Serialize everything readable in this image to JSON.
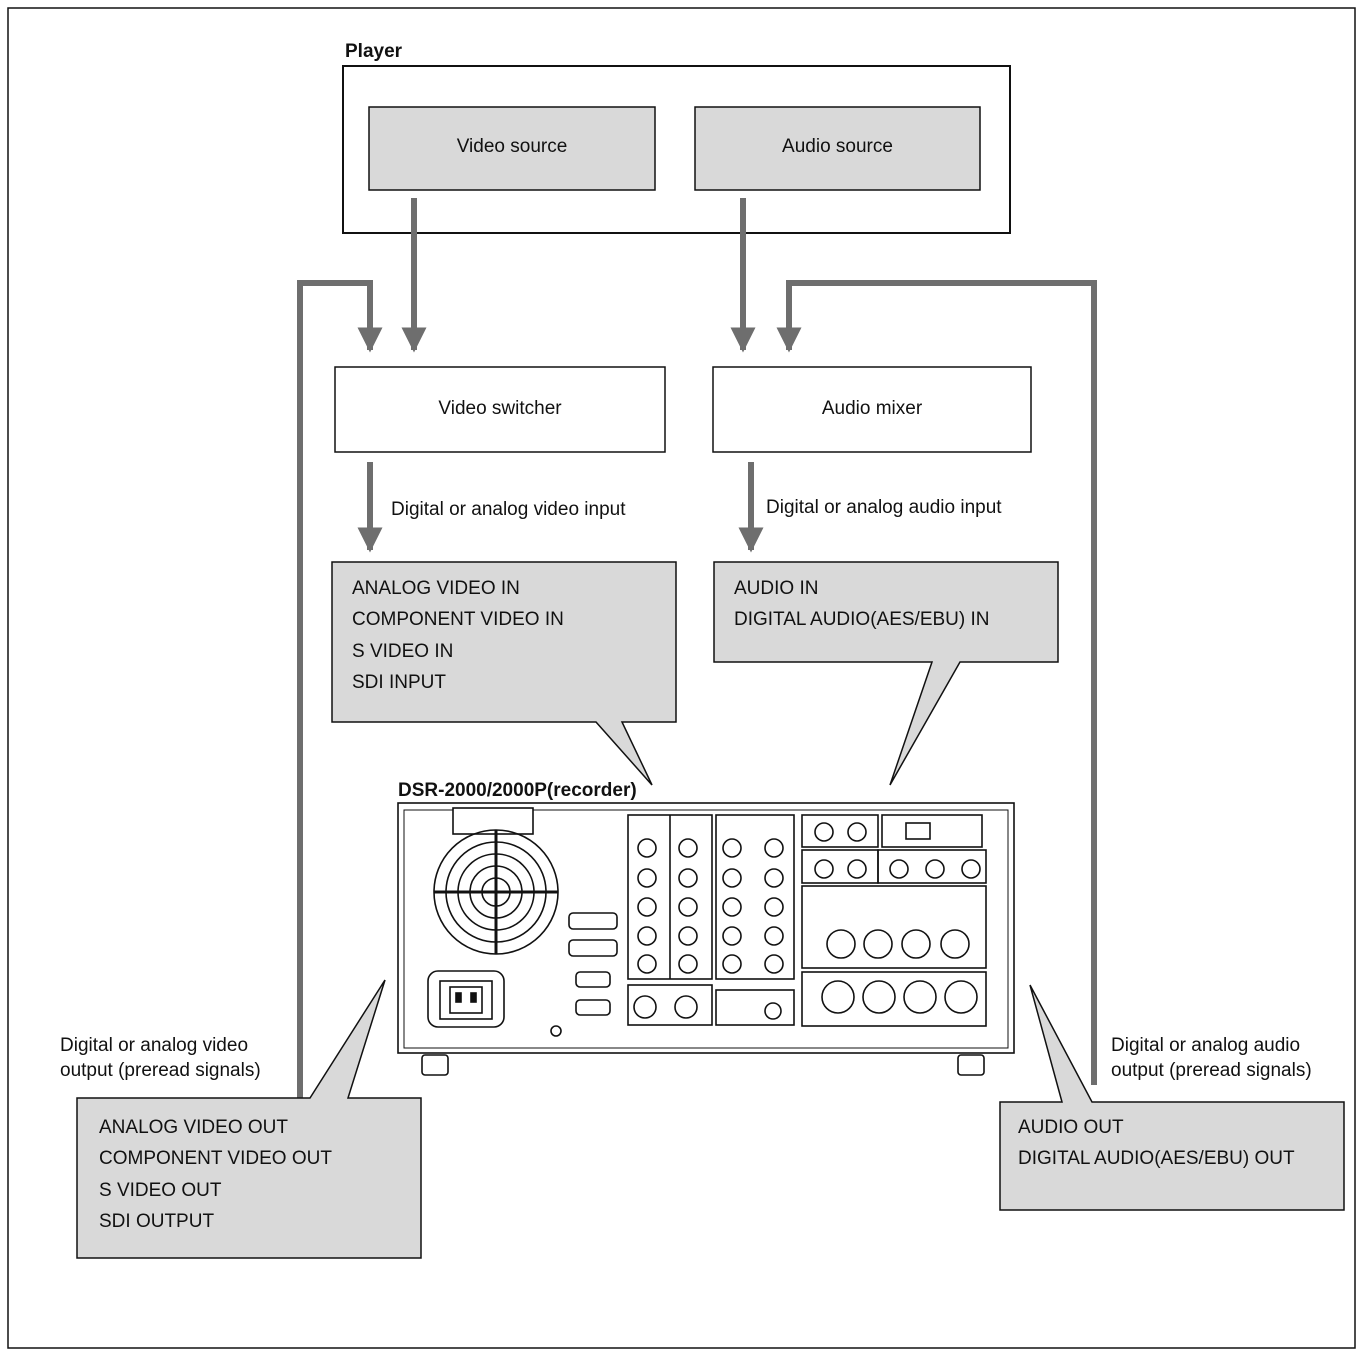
{
  "player": {
    "title": "Player",
    "video_source": "Video source",
    "audio_source": "Audio source"
  },
  "video_switcher": "Video switcher",
  "audio_mixer": "Audio mixer",
  "video_input_label": "Digital or analog video input",
  "audio_input_label": "Digital or analog audio input",
  "video_in_callout": [
    "ANALOG VIDEO IN",
    "COMPONENT VIDEO IN",
    "S VIDEO IN",
    "SDI INPUT"
  ],
  "audio_in_callout": [
    "AUDIO IN",
    "DIGITAL AUDIO(AES/EBU) IN"
  ],
  "recorder_title": "DSR-2000/2000P(recorder)",
  "video_output_label": [
    "Digital or analog video",
    "output (preread signals)"
  ],
  "audio_output_label": [
    "Digital or analog audio",
    "output (preread signals)"
  ],
  "video_out_callout": [
    "ANALOG VIDEO OUT",
    "COMPONENT VIDEO OUT",
    "S VIDEO OUT",
    "SDI OUTPUT"
  ],
  "audio_out_callout": [
    "AUDIO OUT",
    "DIGITAL AUDIO(AES/EBU) OUT"
  ],
  "colors": {
    "box_fill": "#d9d9d9",
    "arrow": "#6e6e6e",
    "stroke": "#111111"
  }
}
